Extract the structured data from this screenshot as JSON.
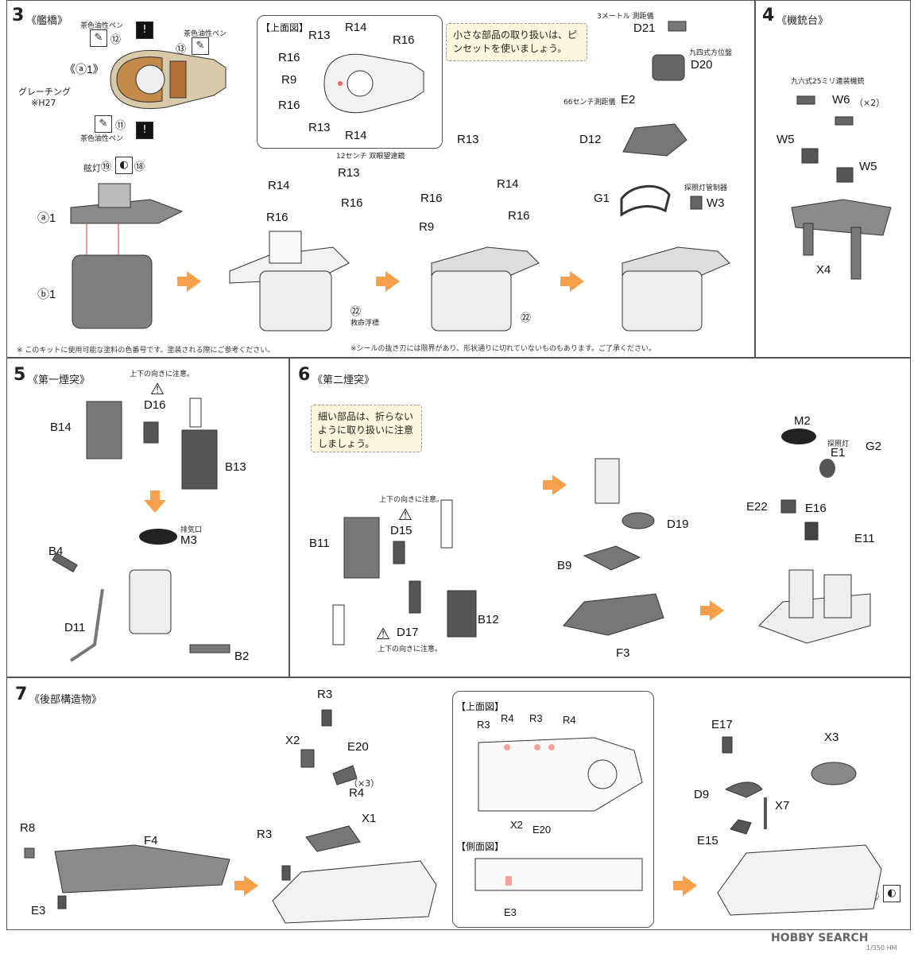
{
  "colors": {
    "orange_arrow": "#f7a04b",
    "part_gray": "#8a8a8a",
    "deck_brown": "#b87a3e",
    "callout_bg": "#fbf7dc"
  },
  "s3": {
    "num": "3",
    "title": "《艦橋》",
    "pen_label": "茶色油性ペン",
    "pen12": "⑫",
    "pen13": "⑬",
    "pen11": "⑪",
    "a1_label": "《ⓐ1》",
    "grating": "グレーチング",
    "grating_ref": "※H27",
    "top_view": "【上面図】",
    "tv": {
      "r13a": "R13",
      "r14a": "R14",
      "r16a": "R16",
      "r16b": "R16",
      "r9": "R9",
      "r16c": "R16",
      "r13b": "R13",
      "r14b": "R14"
    },
    "callout": "小さな部品の取り扱いは、ピンセットを使いましょう。",
    "d21_cap": "3メートル 測距儀",
    "d21": "D21",
    "d20_cap": "九四式方位盤",
    "d20": "D20",
    "e2_cap": "66センチ測距儀",
    "e2": "E2",
    "d12": "D12",
    "g1": "G1",
    "w3_cap": "探照灯管制器",
    "w3": "W3",
    "lamp": "舷灯",
    "p19": "⑲",
    "p18": "⑱",
    "a1": "ⓐ1",
    "b1": "ⓑ1",
    "r13_cap": "12センチ 双眼望遠鏡",
    "r13": "R13",
    "r14": "R14",
    "r16a": "R16",
    "r16b": "R16",
    "p22": "㉒",
    "lifebuoy": "救命浮標",
    "r13c": "R13",
    "r16c": "R16",
    "r14c": "R14",
    "r9": "R9",
    "r16d": "R16",
    "p22b": "㉒",
    "note_left": "※ このキットに使用可能な塗料の色番号です。塗装される際にご参考ください。",
    "note_right": "※シールの抜き刃には限界があり、形状通りに切れていないものもあります。ご了承ください。"
  },
  "s4": {
    "num": "4",
    "title": "《機銃台》",
    "cap": "九六式25ミリ連装機銃",
    "w6": "W6",
    "w6_qty": "（×2）",
    "w5a": "W5",
    "w5b": "W5",
    "x4": "X4"
  },
  "s5": {
    "num": "5",
    "title": "《第一煙突》",
    "caution": "上下の向きに注意。",
    "d16": "D16",
    "b14": "B14",
    "b13": "B13",
    "exhaust": "排気口",
    "m3": "M3",
    "b4": "B4",
    "d11": "D11",
    "b2": "B2"
  },
  "s6": {
    "num": "6",
    "title": "《第二煙突》",
    "callout": "細い部品は、折らないように取り扱いに注意しましょう。",
    "caution1": "上下の向きに注意。",
    "d15": "D15",
    "b11": "B11",
    "b12": "B12",
    "d17": "D17",
    "caution2": "上下の向きに注意。",
    "d19": "D19",
    "b9": "B9",
    "f3": "F3",
    "m2": "M2",
    "search_light": "探照灯",
    "e1": "E1",
    "g2": "G2",
    "e22": "E22",
    "e16": "E16",
    "e11": "E11"
  },
  "s7": {
    "num": "7",
    "title": "《後部構造物》",
    "r8": "R8",
    "f4": "F4",
    "e3": "E3",
    "r3": "R3",
    "x2": "X2",
    "e20": "E20",
    "r4_qty": "（×3）",
    "r4": "R4",
    "x1": "X1",
    "r3b": "R3",
    "top_view": "【上面図】",
    "tv": {
      "r3a": "R3",
      "r4a": "R4",
      "r3b": "R3",
      "r4b": "R4",
      "x2": "X2",
      "e20": "E20"
    },
    "side_view": "【側面図】",
    "sv_e3": "E3",
    "e17": "E17",
    "d9": "D9",
    "x7": "X7",
    "x3": "X3",
    "e15": "E15",
    "p22": "㉒"
  },
  "footer": {
    "logo": "HOBBY SEARCH",
    "code": "1/350 HM"
  }
}
